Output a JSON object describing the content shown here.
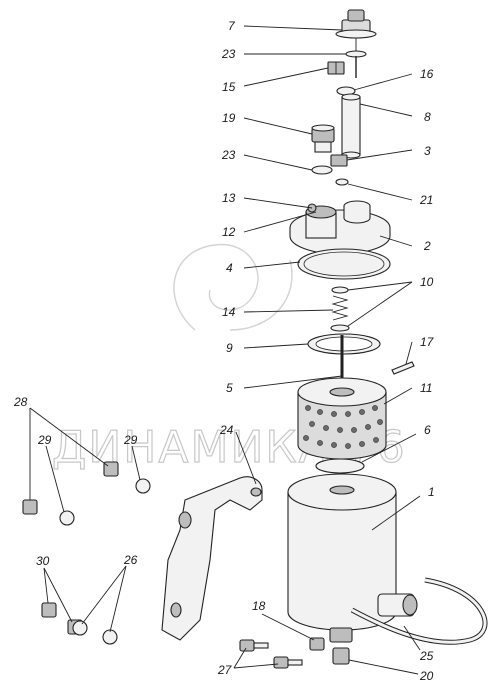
{
  "watermark": {
    "text": "ДИНАМИКА 76"
  },
  "callouts": [
    {
      "id": "c7",
      "label": "7"
    },
    {
      "id": "c23a",
      "label": "23"
    },
    {
      "id": "c15",
      "label": "15"
    },
    {
      "id": "c16",
      "label": "16"
    },
    {
      "id": "c8",
      "label": "8"
    },
    {
      "id": "c19",
      "label": "19"
    },
    {
      "id": "c23b",
      "label": "23"
    },
    {
      "id": "c3",
      "label": "3"
    },
    {
      "id": "c21",
      "label": "21"
    },
    {
      "id": "c13",
      "label": "13"
    },
    {
      "id": "c12",
      "label": "12"
    },
    {
      "id": "c2",
      "label": "2"
    },
    {
      "id": "c4",
      "label": "4"
    },
    {
      "id": "c10",
      "label": "10"
    },
    {
      "id": "c14",
      "label": "14"
    },
    {
      "id": "c9",
      "label": "9"
    },
    {
      "id": "c17",
      "label": "17"
    },
    {
      "id": "c5",
      "label": "5"
    },
    {
      "id": "c11",
      "label": "11"
    },
    {
      "id": "c6",
      "label": "6"
    },
    {
      "id": "c24",
      "label": "24"
    },
    {
      "id": "c28",
      "label": "28"
    },
    {
      "id": "c29a",
      "label": "29"
    },
    {
      "id": "c29b",
      "label": "29"
    },
    {
      "id": "c1",
      "label": "1"
    },
    {
      "id": "c30",
      "label": "30"
    },
    {
      "id": "c26",
      "label": "26"
    },
    {
      "id": "c18",
      "label": "18"
    },
    {
      "id": "c25",
      "label": "25"
    },
    {
      "id": "c27",
      "label": "27"
    },
    {
      "id": "c20",
      "label": "20"
    }
  ]
}
